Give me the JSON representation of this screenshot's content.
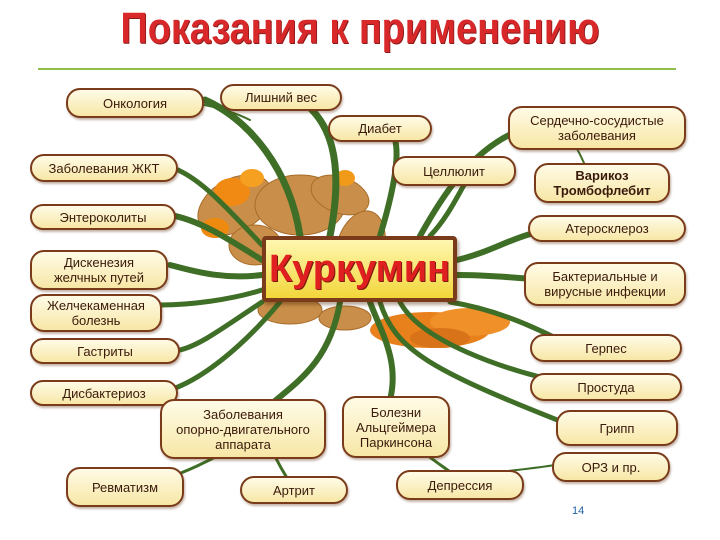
{
  "title": "Показания к применению",
  "center": "Куркумин",
  "nodes": {
    "oncology": "Онкология",
    "excess_weight": "Лишний вес",
    "diabetes": "Диабет",
    "cardio": "Сердечно-сосудистые\nзаболевания",
    "gi": "Заболевания ЖКТ",
    "cellulite": "Целлюлит",
    "varicose": "Варикоз\nТромбофлебит",
    "enterocolitis": "Энтероколиты",
    "atherosclerosis": "Атеросклероз",
    "dyskinesia": "Дискенезия\nжелчных путей",
    "infections": "Бактериальные и\nвирусные инфекции",
    "gallstone": "Желчекаменная\nболезнь",
    "gastritis": "Гастриты",
    "herpes": "Герпес",
    "dysbacteriosis": "Дисбактериоз",
    "cold": "Простуда",
    "musculoskeletal": "Заболевания\nопорно-двигательного\nаппарата",
    "alzheimer": "Болезни\nАльцгеймера\nПаркинсона",
    "flu": "Грипп",
    "rheumatism": "Ревматизм",
    "arthritis": "Артрит",
    "depression": "Депрессия",
    "ari": "ОРЗ и пр."
  },
  "page_number": "14",
  "colors": {
    "title": "#d8282a",
    "branch": "#3f6e27",
    "node_border": "#7a3b1a",
    "center_text": "#e02020"
  }
}
